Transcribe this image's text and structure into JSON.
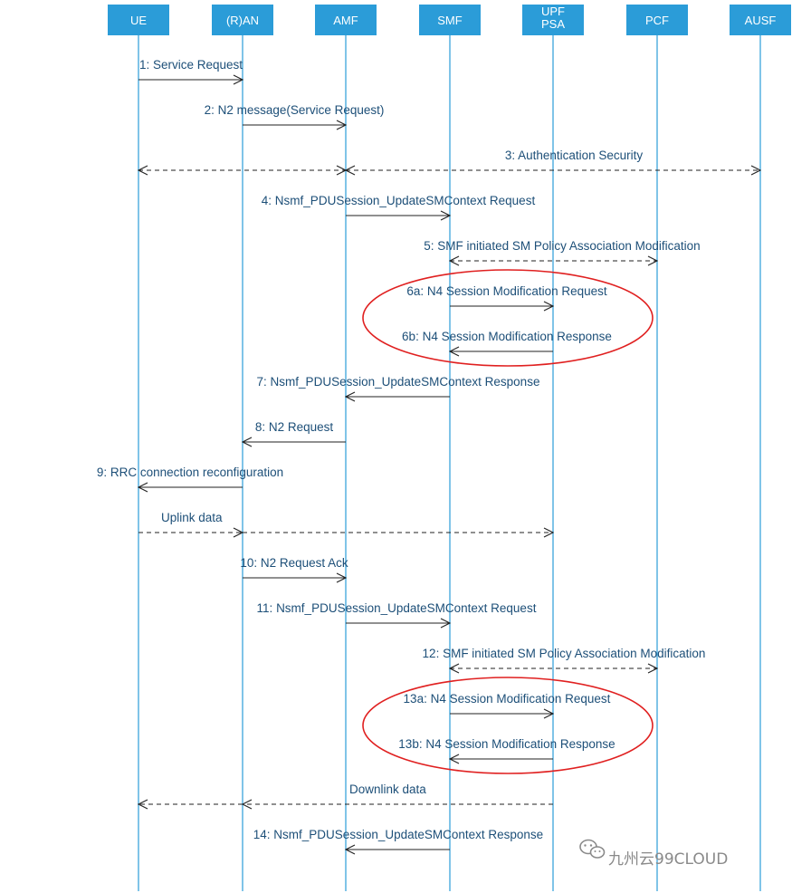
{
  "participants": [
    {
      "id": "ue",
      "label": "UE"
    },
    {
      "id": "ran",
      "label": "(R)AN"
    },
    {
      "id": "amf",
      "label": "AMF"
    },
    {
      "id": "smf",
      "label": "SMF"
    },
    {
      "id": "upf",
      "label": "UPF\nPSA"
    },
    {
      "id": "pcf",
      "label": "PCF"
    },
    {
      "id": "ausf",
      "label": "AUSF"
    }
  ],
  "messages": [
    {
      "label": "1: Service Request",
      "from": "ue",
      "to": "ran",
      "style": "solid"
    },
    {
      "label": "2: N2 message(Service Request)",
      "from": "ran",
      "to": "amf",
      "style": "solid"
    },
    {
      "label": "3: Authentication Security",
      "from": "amf",
      "to": "ausf",
      "style": "dashed-both",
      "also": "ue"
    },
    {
      "label": "4: Nsmf_PDUSession_UpdateSMContext Request",
      "from": "amf",
      "to": "smf",
      "style": "solid"
    },
    {
      "label": "5: SMF initiated SM Policy Association Modification",
      "from": "smf",
      "to": "pcf",
      "style": "dashed-both"
    },
    {
      "label": "6a: N4 Session Modification Request",
      "from": "smf",
      "to": "upf",
      "style": "solid"
    },
    {
      "label": "6b: N4 Session Modification Response",
      "from": "upf",
      "to": "smf",
      "style": "solid"
    },
    {
      "label": "7: Nsmf_PDUSession_UpdateSMContext Response",
      "from": "smf",
      "to": "amf",
      "style": "solid"
    },
    {
      "label": "8: N2 Request",
      "from": "amf",
      "to": "ran",
      "style": "solid"
    },
    {
      "label": "9: RRC connection reconfiguration",
      "from": "ran",
      "to": "ue",
      "style": "solid"
    },
    {
      "label": "Uplink data",
      "from": "ue",
      "to": "upf",
      "style": "dashed",
      "via": "ran"
    },
    {
      "label": "10: N2 Request Ack",
      "from": "ran",
      "to": "amf",
      "style": "solid"
    },
    {
      "label": "11: Nsmf_PDUSession_UpdateSMContext Request",
      "from": "amf",
      "to": "smf",
      "style": "solid"
    },
    {
      "label": "12: SMF initiated SM Policy Association Modification",
      "from": "smf",
      "to": "pcf",
      "style": "dashed-both"
    },
    {
      "label": "13a: N4 Session Modification Request",
      "from": "smf",
      "to": "upf",
      "style": "solid"
    },
    {
      "label": "13b: N4 Session Modification Response",
      "from": "upf",
      "to": "smf",
      "style": "solid"
    },
    {
      "label": "Downlink data",
      "from": "upf",
      "to": "ue",
      "style": "dashed",
      "via": "ran"
    },
    {
      "label": "14: Nsmf_PDUSession_UpdateSMContext Response",
      "from": "smf",
      "to": "amf",
      "style": "solid"
    }
  ],
  "highlights": [
    {
      "covers": [
        "6a",
        "6b"
      ],
      "color": "#e02020"
    },
    {
      "covers": [
        "13a",
        "13b"
      ],
      "color": "#e02020"
    }
  ],
  "colors": {
    "actor": "#2b9cd8",
    "label": "#1d4f78",
    "highlight": "#e02020"
  },
  "watermark": {
    "text": "九州云99CLOUD",
    "icon": "wechat-icon"
  }
}
